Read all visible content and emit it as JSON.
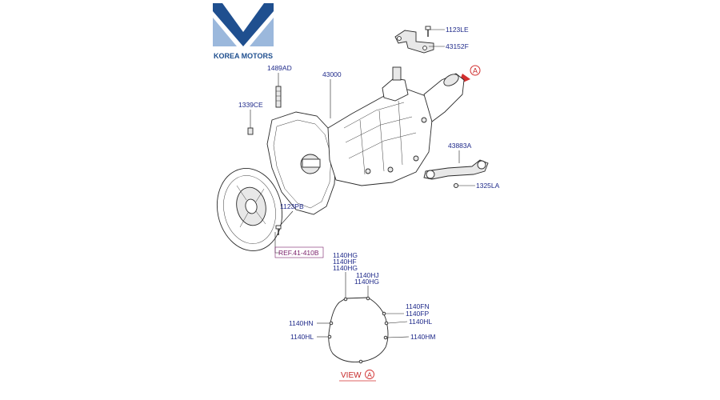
{
  "brand": {
    "name": "KOREA MOTORS",
    "colors": {
      "primary": "#1f4f8f",
      "light": "#8fb0d8"
    }
  },
  "callouts": {
    "transmission": "43000",
    "hanger": "1489AD",
    "plug": "1339CE",
    "clutch_bolt": "1123PB",
    "bracket_bolt": "1123LE",
    "bracket": "43152F",
    "mount_bracket": "43883A",
    "mount_nut": "1325LA"
  },
  "ref_label": "REF.41-410B",
  "marker": "A",
  "view_label": "VIEW",
  "bolt_codes": {
    "top_stack": [
      "1140HG",
      "1140HF",
      "1140HG"
    ],
    "top_right_stack": [
      "1140HJ",
      "1140HG"
    ],
    "right_stack": [
      "1140FN",
      "1140FP",
      "1140HL"
    ],
    "right_lower": "1140HM",
    "left_upper": "1140HN",
    "left_lower": "1140HL"
  },
  "colors": {
    "label_text": "#1f2a8a",
    "marker_red": "#d32f2f",
    "ref_text": "#7a1f6a"
  }
}
